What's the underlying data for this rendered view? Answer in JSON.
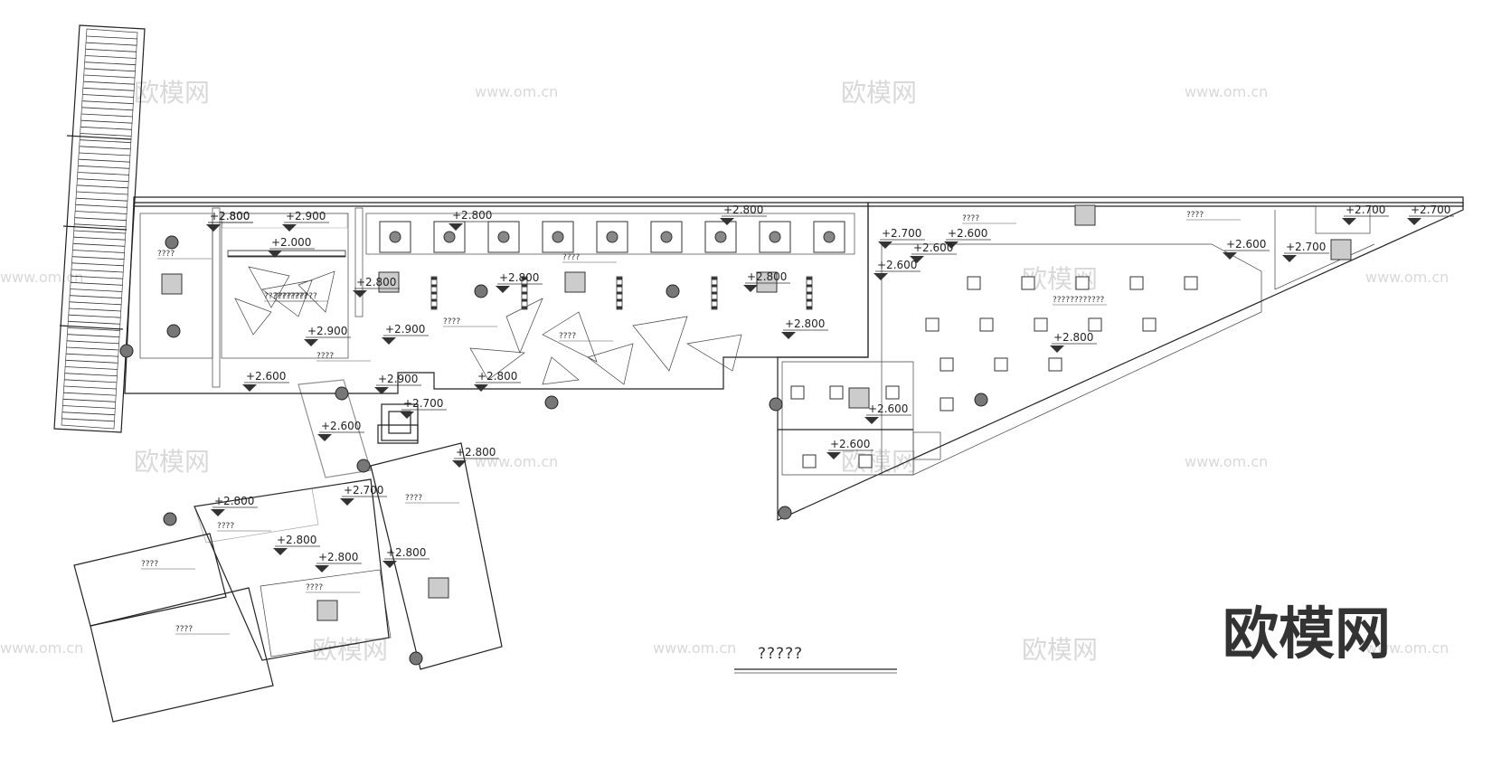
{
  "drawing": {
    "title": "?????",
    "brand_logo": "欧模网",
    "watermark_site": "www.om.cn",
    "watermark_brand": "欧模网"
  },
  "levels": [
    {
      "text": "+2.800"
    },
    {
      "text": "+2.900"
    },
    {
      "text": "+2.000"
    },
    {
      "text": "+2.800"
    },
    {
      "text": "+2.800"
    },
    {
      "text": "+2.700"
    },
    {
      "text": "+2.700"
    },
    {
      "text": "+2.700"
    },
    {
      "text": "+2.600"
    },
    {
      "text": "+2.600"
    },
    {
      "text": "+2.600"
    },
    {
      "text": "+2.600"
    },
    {
      "text": "+2.700"
    },
    {
      "text": "+2.800"
    },
    {
      "text": "+2.800"
    },
    {
      "text": "+2.800"
    },
    {
      "text": "+2.900"
    },
    {
      "text": "+2.900"
    },
    {
      "text": "+2.800"
    },
    {
      "text": "+2.800"
    },
    {
      "text": "+2.600"
    },
    {
      "text": "+2.600"
    },
    {
      "text": "+2.600"
    },
    {
      "text": "+2.600"
    },
    {
      "text": "+2.700"
    },
    {
      "text": "+2.800"
    },
    {
      "text": "+2.900"
    },
    {
      "text": "+2.800"
    },
    {
      "text": "+2.800"
    },
    {
      "text": "+2.800"
    },
    {
      "text": "+2.800"
    },
    {
      "text": "+2.700"
    },
    {
      "text": "+2.800"
    },
    {
      "text": "+2.800"
    }
  ],
  "notes": [
    {
      "text": "????"
    },
    {
      "text": "??????????"
    },
    {
      "text": "????"
    },
    {
      "text": "????"
    },
    {
      "text": "????"
    },
    {
      "text": "??????????"
    },
    {
      "text": "????"
    },
    {
      "text": "????"
    },
    {
      "text": "????"
    },
    {
      "text": "????????????"
    },
    {
      "text": "????"
    },
    {
      "text": "????"
    },
    {
      "text": "????"
    },
    {
      "text": "????"
    },
    {
      "text": "????"
    }
  ]
}
